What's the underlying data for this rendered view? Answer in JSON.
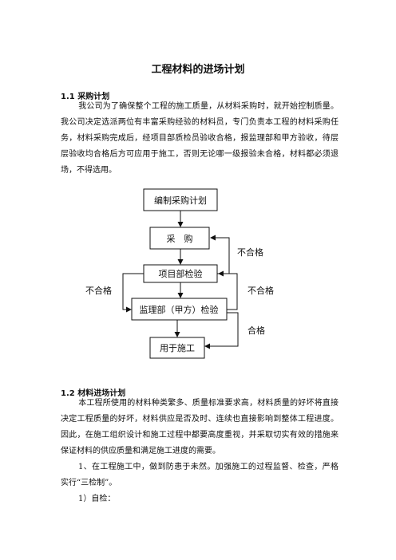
{
  "title": "工程材料的进场计划",
  "section1": {
    "heading": "1.1 采购计划",
    "paragraph": "我公司为了确保整个工程的施工质量，从材料采购时，就开始控制质量。我公司决定选派两位有丰富采购经验的材料员，专门负责本工程的材料采购任务，材料采购完成后，经项目部质检员验收合格，报监理部和甲方验收，待层层验收均合格后方可应用于施工，否则无论哪一级报验未合格，材料都必须退场，不得选用。"
  },
  "flowchart": {
    "boxes": {
      "plan": "编制采购计划",
      "purchase": "采　购",
      "project_inspection": "项目部检验",
      "supervision_inspection": "监理部（甲方）检验",
      "use": "用于施工"
    },
    "labels": {
      "fail_upper": "不合格",
      "fail_left": "不合格",
      "fail_right": "不合格",
      "pass": "合格"
    }
  },
  "section2": {
    "heading": "1.2 材料进场计划",
    "paragraph1": "本工程所使用的材料种类繁多、质量标准要求高，材料质量的好坏将直接决定工程质量的好坏，材料供应是否及时、连续也直接影响到整体工程进度。因此，在施工组织设计和施工过程中都要高度重视，并采取切实有效的措施来保证材料的供应质量和满足施工进度的需要。",
    "paragraph2": "1、在工程施工中，做到防患于未然。加强施工的过程监督、检查，严格实行“三检制”。",
    "paragraph3": "1）自检："
  }
}
